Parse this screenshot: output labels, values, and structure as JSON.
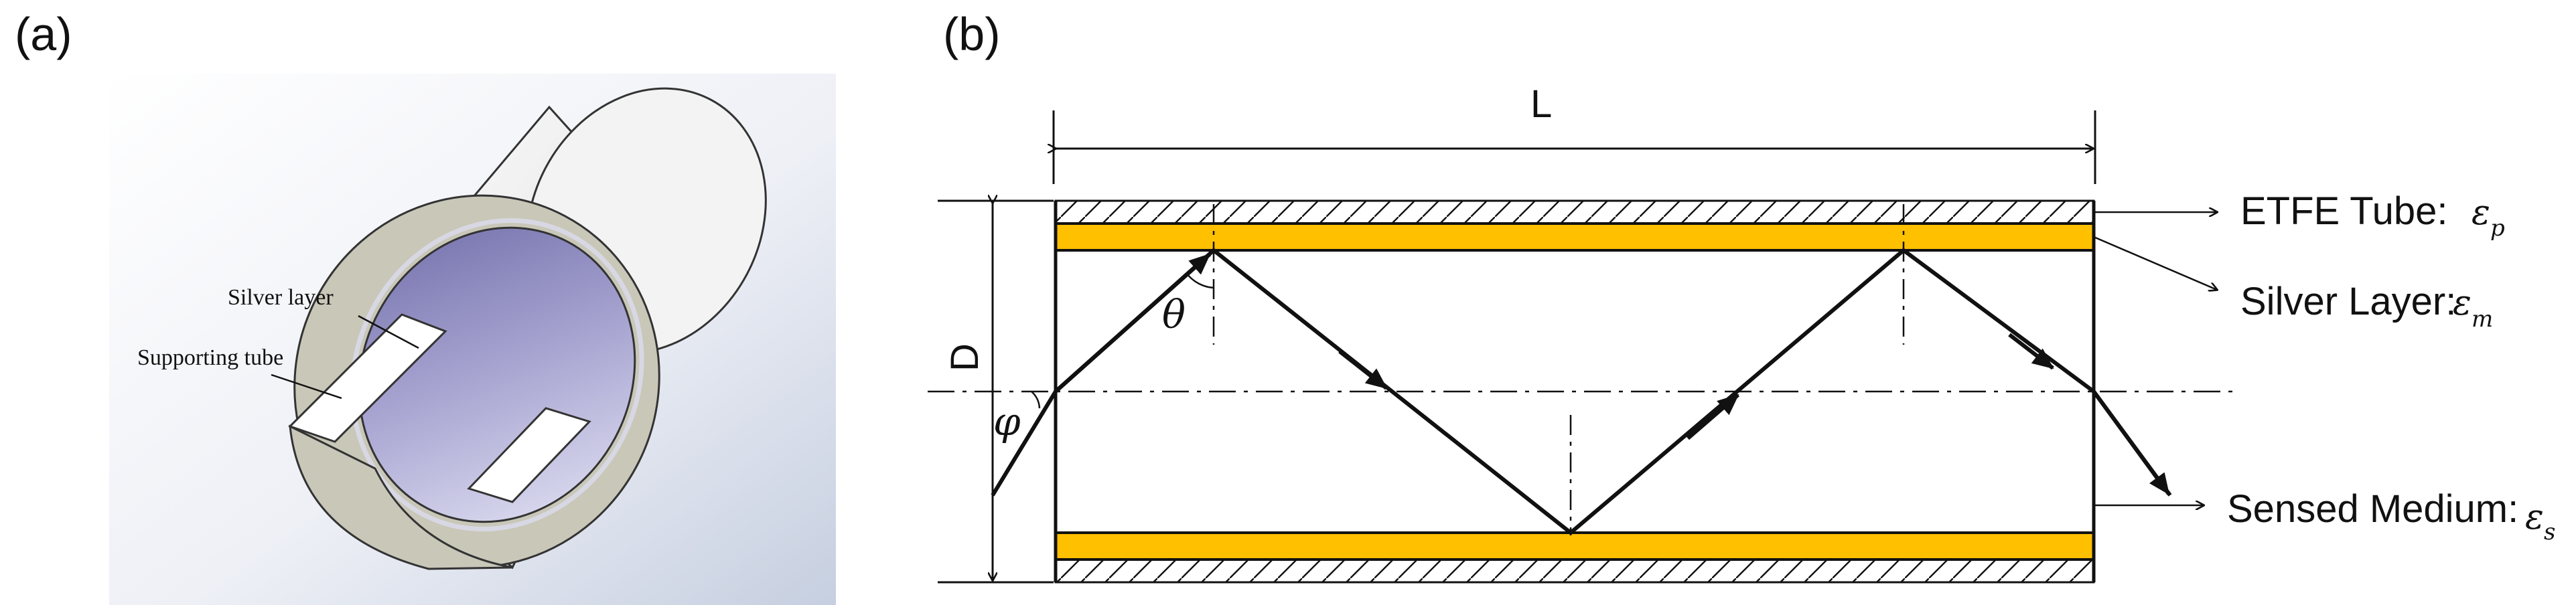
{
  "panel_a": {
    "label": "(a)",
    "silver_layer_label": "Silver layer",
    "supporting_tube_label": "Supporting tube"
  },
  "panel_b": {
    "label": "(b)",
    "length_label": "L",
    "diameter_label": "D",
    "theta": "θ",
    "phi": "φ",
    "etfe_label": "ETFE Tube:",
    "etfe_eps": "ε",
    "etfe_sub": "p",
    "silver_label": "Silver Layer:",
    "silver_eps": "ε",
    "silver_sub": "m",
    "medium_label": "Sensed Medium:",
    "medium_eps": "ε",
    "medium_sub": "s"
  },
  "colors": {
    "silver_layer": "#FFC000",
    "line": "#111111",
    "tube_outer": "#eeeeee",
    "tube_rim": "#c9c7b8",
    "tube_inner": "#9b98c9"
  }
}
